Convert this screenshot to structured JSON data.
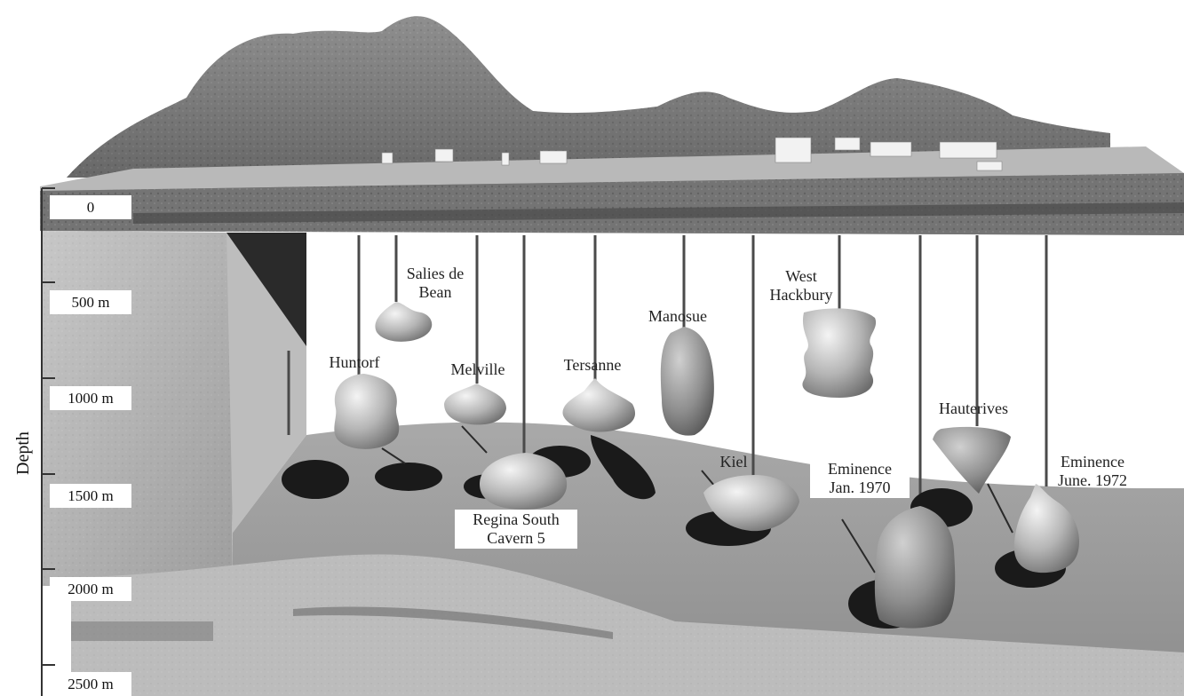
{
  "depth_axis": {
    "title": "Depth",
    "ticks": [
      "0",
      "500 m",
      "1000 m",
      "1500 m",
      "2000 m",
      "2500 m"
    ]
  },
  "caverns": [
    {
      "id": "salies",
      "label_lines": [
        "Salies de",
        "Bean"
      ]
    },
    {
      "id": "huntorf",
      "label_lines": [
        "Huntorf"
      ]
    },
    {
      "id": "melville",
      "label_lines": [
        "Melville"
      ]
    },
    {
      "id": "tersanne",
      "label_lines": [
        "Tersanne"
      ]
    },
    {
      "id": "manosue",
      "label_lines": [
        "Manosue"
      ]
    },
    {
      "id": "west-hackbury",
      "label_lines": [
        "West",
        "Hackbury"
      ]
    },
    {
      "id": "regina",
      "label_lines": [
        "Regina South",
        "Cavern 5"
      ]
    },
    {
      "id": "kiel",
      "label_lines": [
        "Kiel"
      ]
    },
    {
      "id": "eminence-1970",
      "label_lines": [
        "Eminence",
        "Jan. 1970"
      ]
    },
    {
      "id": "hauterives",
      "label_lines": [
        "Hauterives"
      ]
    },
    {
      "id": "eminence-1972",
      "label_lines": [
        "Eminence",
        "June. 1972"
      ]
    }
  ]
}
